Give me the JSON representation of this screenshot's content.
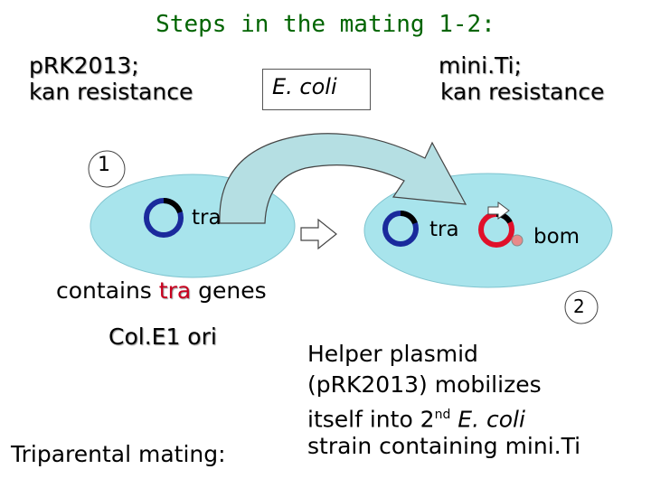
{
  "title": "Steps in the mating 1-2:",
  "left_plasmid": {
    "name": "pRK2013;",
    "resistance": "kan resistance"
  },
  "right_plasmid": {
    "name": "mini.Ti;",
    "resistance": "kan resistance"
  },
  "host_box": "E. coli",
  "steps": {
    "one": "1",
    "two": "2"
  },
  "gene_labels": {
    "tra_left": "tra",
    "tra_right": "tra",
    "bom": "bom"
  },
  "left_cell": {
    "contains_prefix": "contains ",
    "contains_highlight": "tra",
    "contains_suffix": " genes",
    "origin": "Col.E1 ori"
  },
  "helper_text": {
    "line1": "Helper plasmid",
    "line2": "(pRK2013) mobilizes",
    "line3_prefix": "itself into 2",
    "line3_sup": "nd",
    "line3_italic": " E. coli",
    "line4": "strain containing mini.Ti"
  },
  "footer": "Triparental mating:",
  "colors": {
    "title": "#006400",
    "cell_fill": "#a8e4ec",
    "plasmid_blue": "#1a2a9c",
    "plasmid_red": "#e0102a",
    "highlight_red": "#c8001e"
  }
}
